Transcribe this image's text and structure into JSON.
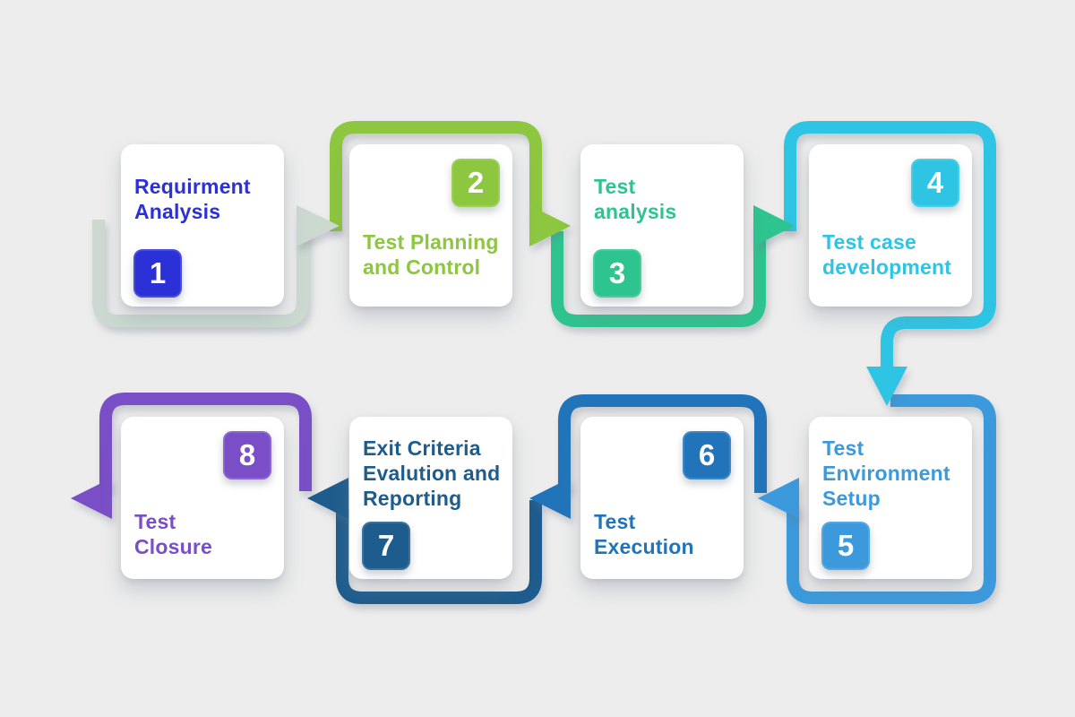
{
  "diagram": {
    "background_color": "#EDEDED",
    "card_color": "#FFFFFF",
    "steps": [
      {
        "num": "1",
        "title": "Requirment\nAnalysis",
        "color": "#2B31D6",
        "loop_color": "#CBD9D1"
      },
      {
        "num": "2",
        "title": "Test Planning\nand Control",
        "color": "#8DC63F",
        "loop_color": "#8DC63F"
      },
      {
        "num": "3",
        "title": "Test\nanalysis",
        "color": "#2EC48F",
        "loop_color": "#2EC48F"
      },
      {
        "num": "4",
        "title": "Test case\ndevelopment",
        "color": "#2EC5E5",
        "loop_color": "#2EC5E5"
      },
      {
        "num": "5",
        "title": "Test\nEnvironment\nSetup",
        "color": "#3B99DC",
        "loop_color": "#3B99DC"
      },
      {
        "num": "6",
        "title": "Test\nExecution",
        "color": "#2174BA",
        "loop_color": "#2174BA"
      },
      {
        "num": "7",
        "title": "Exit Criteria\nEvalution and\nReporting",
        "color": "#1D5C8D",
        "loop_color": "#1D5C8D"
      },
      {
        "num": "8",
        "title": "Test\nClosure",
        "color": "#7A4EC6",
        "loop_color": "#7A4EC6"
      }
    ],
    "connections": [
      {
        "from": "1",
        "to": "2"
      },
      {
        "from": "2",
        "to": "3"
      },
      {
        "from": "3",
        "to": "4"
      },
      {
        "from": "4",
        "to": "5"
      },
      {
        "from": "5",
        "to": "6"
      },
      {
        "from": "6",
        "to": "7"
      },
      {
        "from": "7",
        "to": "8"
      },
      {
        "from": "8",
        "to": "exit"
      }
    ]
  }
}
